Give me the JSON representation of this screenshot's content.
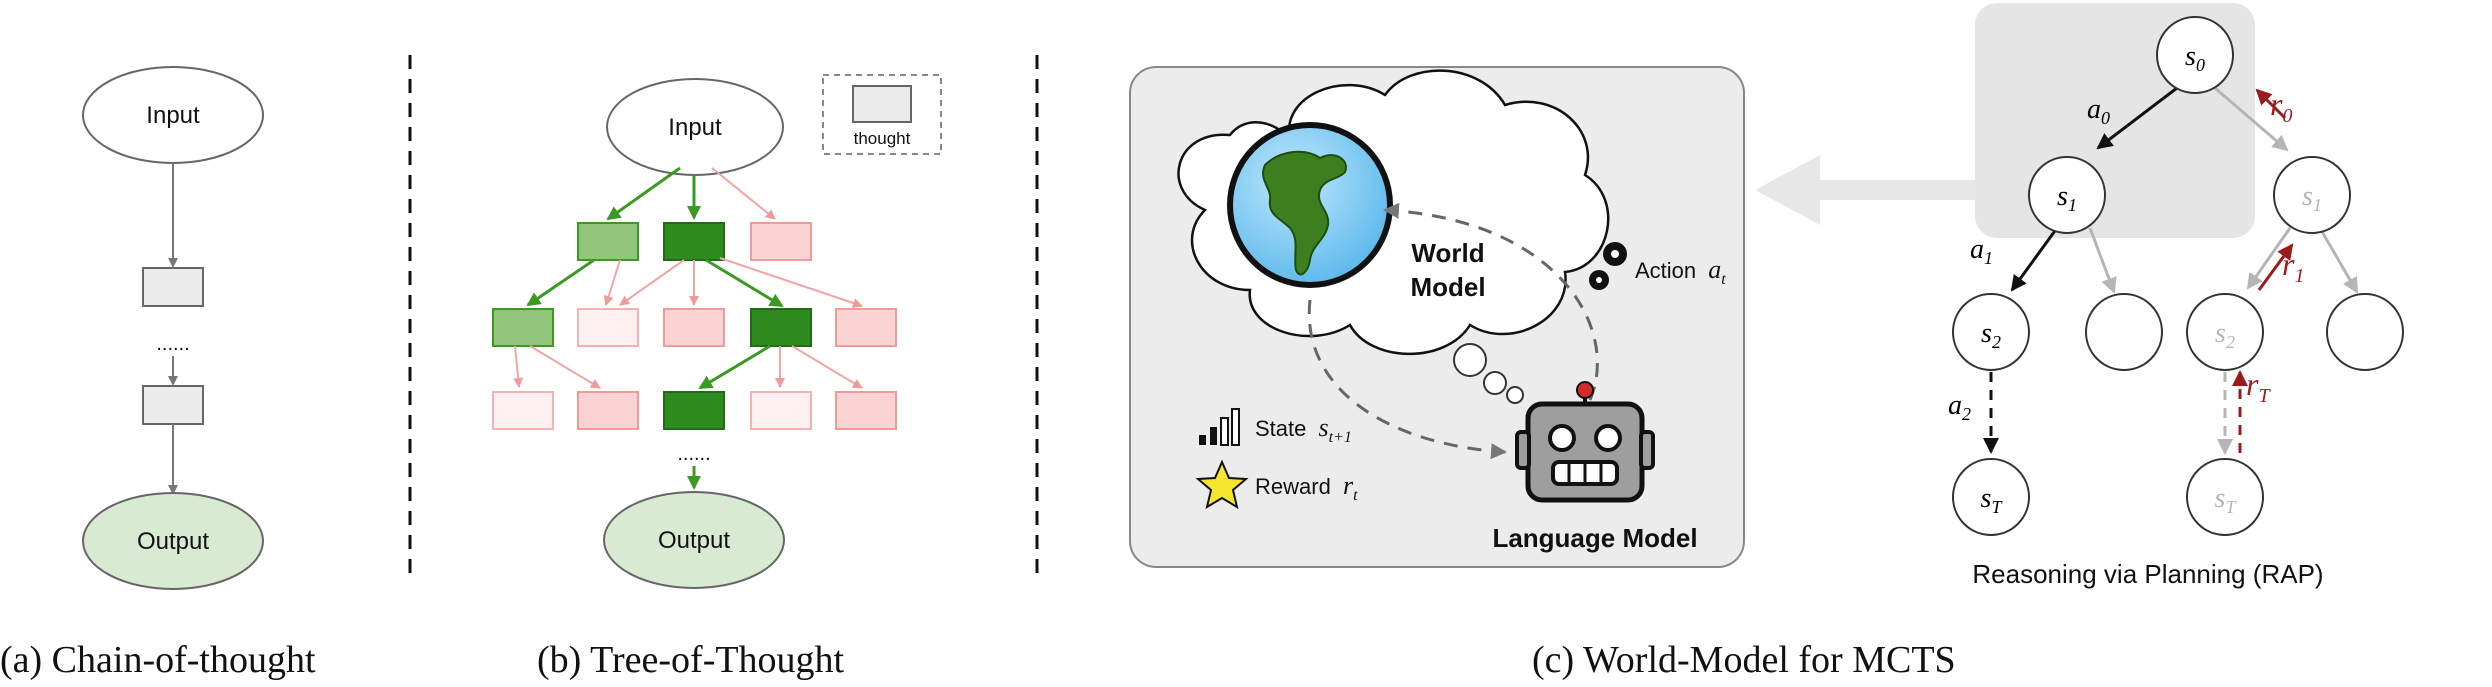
{
  "chain_of_thought": {
    "input_label": "Input",
    "output_label": "Output",
    "ellipsis": "......",
    "caption": "(a) Chain-of-thought"
  },
  "tree_of_thought": {
    "input_label": "Input",
    "output_label": "Output",
    "ellipsis": "......",
    "legend_label": "thought",
    "caption": "(b) Tree-of-Thought"
  },
  "world_model_panel": {
    "cloud_title_line1": "World",
    "cloud_title_line2": "Model",
    "action_label": "Action",
    "action_symbol": "a",
    "action_sub": "t",
    "state_label": "State",
    "state_symbol": "s",
    "state_sub": "t+1",
    "reward_label": "Reward",
    "reward_symbol": "r",
    "reward_sub": "t",
    "robot_label": "Language Model",
    "caption": "(c) World-Model for MCTS"
  },
  "rap_tree": {
    "nodes": {
      "root": {
        "base": "s",
        "sub": "0"
      },
      "left1": {
        "base": "s",
        "sub": "1"
      },
      "right1": {
        "base": "s",
        "sub": "1"
      },
      "left2": {
        "base": "s",
        "sub": "2"
      },
      "right2": {
        "base": "s",
        "sub": "2"
      },
      "leftT": {
        "base": "s",
        "sub": "T"
      },
      "rightT": {
        "base": "s",
        "sub": "T"
      }
    },
    "edges": {
      "a0": {
        "base": "a",
        "sub": "0"
      },
      "a1": {
        "base": "a",
        "sub": "1"
      },
      "a2": {
        "base": "a",
        "sub": "2"
      }
    },
    "rewards": {
      "r0": {
        "base": "r",
        "sub": "0"
      },
      "r1": {
        "base": "r",
        "sub": "1"
      },
      "rT": {
        "base": "r",
        "sub": "T"
      }
    },
    "title": "Reasoning via Planning (RAP)"
  },
  "colors": {
    "green_dark": "#2e8b1e",
    "green_light": "#92c47a",
    "red_light": "#f4a9a9",
    "panel_gray": "#ececec",
    "reward_red": "#9b1b1b",
    "output_fill": "#d9ead3"
  }
}
